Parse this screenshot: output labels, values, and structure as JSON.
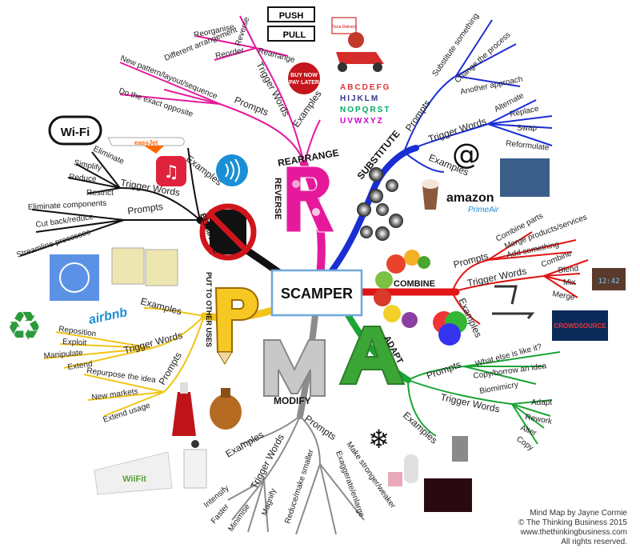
{
  "center": "SCAMPER",
  "branches": [
    {
      "key": "rearrange",
      "title": "REARRANGE",
      "title2": "REVERSE",
      "color": "#e6199c",
      "subs": [
        {
          "label": "Trigger Words",
          "leaves": [
            "Reorganise",
            "Reverse",
            "Reorder",
            "Rearrange"
          ]
        },
        {
          "label": "Prompts",
          "leaves": [
            "New pattern/layout/sequence",
            "Different arrangement",
            "Do the exact opposite"
          ]
        },
        {
          "label": "Examples",
          "leaves": []
        }
      ]
    },
    {
      "key": "substitute",
      "title": "SUBSTITUTE",
      "color": "#1a2ed4",
      "subs": [
        {
          "label": "Prompts",
          "leaves": [
            "Substitute something",
            "Change the process",
            "Another approach"
          ]
        },
        {
          "label": "Trigger Words",
          "leaves": [
            "Alternate",
            "Replace",
            "Swap",
            "Reformulate"
          ]
        },
        {
          "label": "Examples",
          "leaves": []
        }
      ]
    },
    {
      "key": "combine",
      "title": "COMBINE",
      "color": "#e01515",
      "subs": [
        {
          "label": "Prompts",
          "leaves": [
            "Combine parts",
            "Merge products/services",
            "Add something"
          ]
        },
        {
          "label": "Trigger Words",
          "leaves": [
            "Combine",
            "Blend",
            "Mix",
            "Merge"
          ]
        },
        {
          "label": "Examples",
          "leaves": []
        }
      ]
    },
    {
      "key": "adapt",
      "title": "ADAPT",
      "color": "#1aa534",
      "subs": [
        {
          "label": "Prompts",
          "leaves": [
            "What else is like it?",
            "Copy/borrow an idea",
            "Biomimicry"
          ]
        },
        {
          "label": "Trigger Words",
          "leaves": [
            "Adapt",
            "Rework",
            "Alter",
            "Copy"
          ]
        },
        {
          "label": "Examples",
          "leaves": []
        }
      ]
    },
    {
      "key": "modify",
      "title": "MODIFY",
      "color": "#8c8c8c",
      "subs": [
        {
          "label": "Examples",
          "leaves": []
        },
        {
          "label": "Trigger Words",
          "leaves": [
            "Intensify",
            "Faster",
            "Minimise",
            "Magnify"
          ]
        },
        {
          "label": "Prompts",
          "leaves": [
            "Reduce/make smaller",
            "Exaggerate/enlarge",
            "Make stronger/weaker"
          ]
        }
      ]
    },
    {
      "key": "put",
      "title": "PUT TO OTHER USES",
      "color": "#f0c419",
      "subs": [
        {
          "label": "Examples",
          "leaves": []
        },
        {
          "label": "Trigger Words",
          "leaves": [
            "Reposition",
            "Exploit",
            "Manipulate",
            "Extend"
          ]
        },
        {
          "label": "Prompts",
          "leaves": [
            "Repurpose the idea",
            "New markets",
            "Extend usage"
          ]
        }
      ]
    },
    {
      "key": "eliminate",
      "title": "ELIMINATE",
      "color": "#111111",
      "subs": [
        {
          "label": "Examples",
          "leaves": []
        },
        {
          "label": "Trigger Words",
          "leaves": [
            "Eliminate",
            "Simplify",
            "Reduce",
            "Restrict"
          ]
        },
        {
          "label": "Prompts",
          "leaves": [
            "Eliminate components",
            "Cut back/reduce",
            "Streamline processes"
          ]
        }
      ]
    }
  ],
  "images": {
    "push": "PUSH",
    "pull": "PULL",
    "pizza": "Pizza Delivery",
    "buynow1": "BUY NOW",
    "buynow2": "PAY LATER",
    "letters": [
      "ABCDEFG",
      "HIJKLM",
      "NOPQRST",
      "UVWXYZ"
    ],
    "wifi": "Wi-Fi",
    "easyjet": "easyJet",
    "amazon": "amazon",
    "primeair": "PrimeAir",
    "crowd": "CROWDSOURCE",
    "clock": "12:42",
    "airbnb": "airbnb",
    "wiifit": "WiiFit"
  },
  "credit": [
    "Mind Map by Jayne Cormie",
    "© The Thinking Business 2015",
    "www.thethinkingbusiness.com",
    "All rights reserved."
  ]
}
